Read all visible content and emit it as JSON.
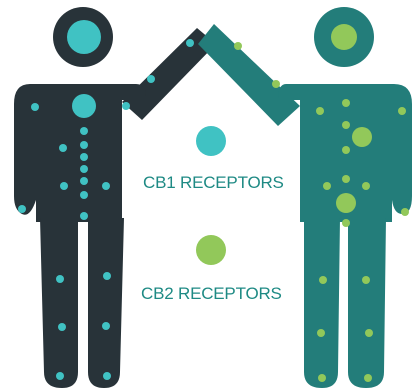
{
  "colors": {
    "figure_left": "#283339",
    "figure_right": "#237d7a",
    "cb1": "#40c2c3",
    "cb2": "#92c85a",
    "text": "#1e8a84",
    "background": "#ffffff"
  },
  "legend": {
    "cb1": {
      "label": "CB1 RECEPTORS",
      "color_key": "cb1"
    },
    "cb2": {
      "label": "CB2 RECEPTORS",
      "color_key": "cb2"
    }
  }
}
